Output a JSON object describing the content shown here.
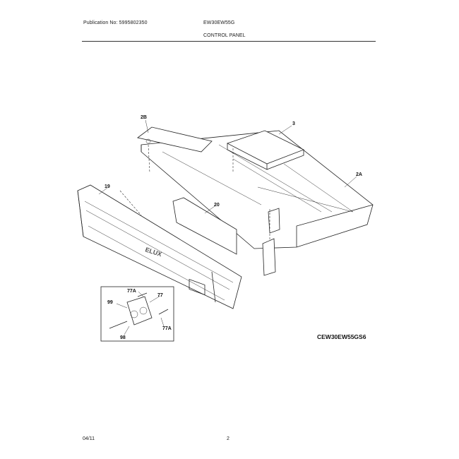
{
  "header": {
    "publication": "Publication No: 5995802350",
    "model": "EW30EW55G",
    "section": "CONTROL PANEL"
  },
  "diagram": {
    "callouts": {
      "c2b": "2B",
      "c3": "3",
      "c2a": "2A",
      "c19": "19",
      "c20": "20",
      "c77a_top": "77A",
      "c77": "77",
      "c99": "99",
      "c77a_bottom": "77A",
      "c98": "98"
    },
    "drawing_code": "CEW30EW55GS6"
  },
  "footer": {
    "date": "04/11",
    "page": "2"
  }
}
